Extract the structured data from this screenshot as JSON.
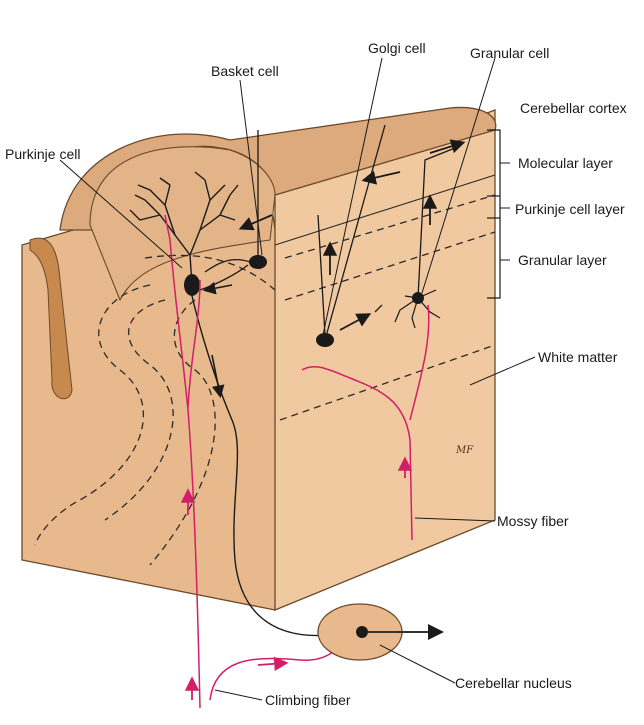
{
  "labels": {
    "basket_cell": "Basket cell",
    "golgi_cell": "Golgi cell",
    "granular_cell": "Granular cell",
    "cerebellar_cortex": "Cerebellar cortex",
    "purkinje_cell": "Purkinje cell",
    "molecular_layer": "Molecular layer",
    "purkinje_cell_layer": "Purkinje cell layer",
    "granular_layer": "Granular layer",
    "white_matter": "White matter",
    "mossy_fiber": "Mossy fiber",
    "cerebellar_nucleus": "Cerebellar nucleus",
    "climbing_fiber": "Climbing fiber"
  },
  "signature": "MF",
  "colors": {
    "block_front": "#e8b98c",
    "block_side": "#f0c9a0",
    "block_top": "#dcaa7d",
    "fold": "#c8894f",
    "fiber": "#d21f6a",
    "neuron": "#1a1a1a"
  }
}
